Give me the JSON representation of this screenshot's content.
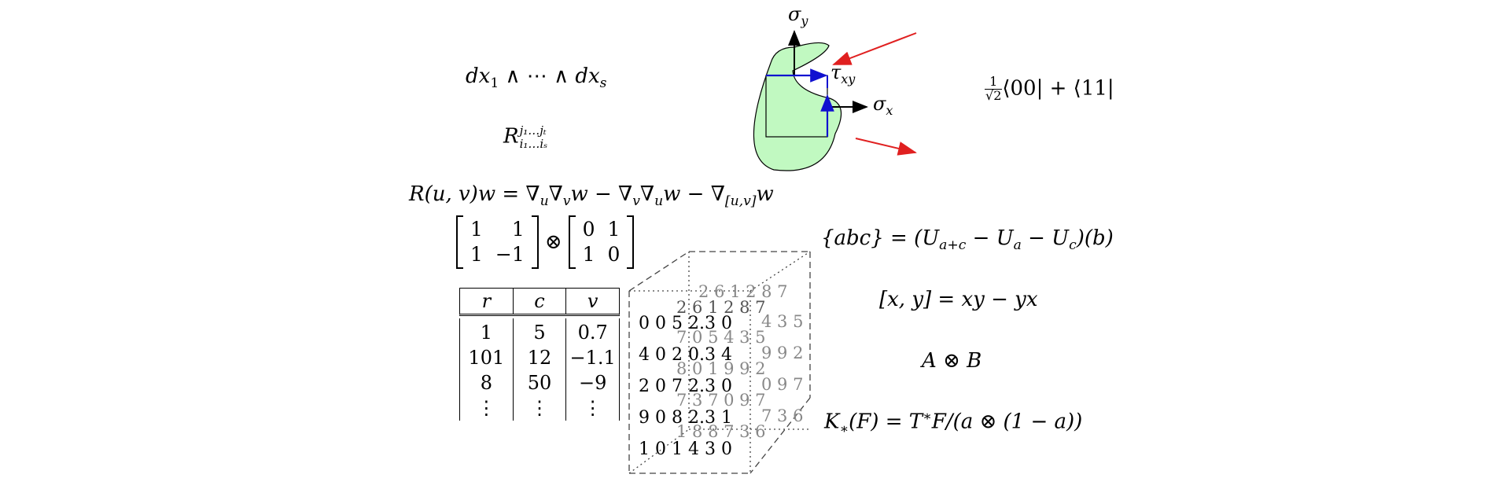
{
  "formulas": {
    "wedge": {
      "base": "dx",
      "sub1": "1",
      "wedge1": "∧",
      "dots": "⋯",
      "wedge2": "∧",
      "sub2": "s"
    },
    "tensor_r": {
      "base": "R",
      "sup": "j₁…jₜ",
      "sub": "i₁…iₛ"
    },
    "curvature": {
      "lhs": "R(u, v)w = ∇",
      "u1": "u",
      "mid1": "∇",
      "v1": "v",
      "mid2": "w − ∇",
      "v2": "v",
      "mid3": "∇",
      "u2": "u",
      "mid4": "w − ∇",
      "uv": "[u,v]",
      "end": "w"
    },
    "kron": {
      "m1": [
        [
          "1",
          "1"
        ],
        [
          "1",
          "−1"
        ]
      ],
      "op": "⊗",
      "m2": [
        [
          "0",
          "1"
        ],
        [
          "1",
          "0"
        ]
      ]
    },
    "qstate": {
      "num": "1",
      "den": "√2",
      "rest": "⟨00| + ⟨11|"
    },
    "jordan": {
      "lhs": "{abc} = (U",
      "s1": "a+c",
      "m1": " − U",
      "s2": "a",
      "m2": " − U",
      "s3": "c",
      "end": ")(b)"
    },
    "commutator": "[x, y] = xy − yx",
    "tensor_ab": "A ⊗ B",
    "ktheory": {
      "k": "K",
      "sub": "∗",
      "rest": "(F) = T",
      "sup": "∗",
      "end": "F/(a ⊗ (1 − a))"
    }
  },
  "stress": {
    "sigma_y": "σ",
    "sigma_y_sub": "y",
    "sigma_x": "σ",
    "sigma_x_sub": "x",
    "tau": "τ",
    "tau_sub": "xy",
    "fill": "#c1f9c1",
    "arrow_red": "#e02020",
    "arrow_blue": "#1010d0"
  },
  "table": {
    "headers": [
      "r",
      "c",
      "v"
    ],
    "rows": [
      [
        "1",
        "5",
        "0.7"
      ],
      [
        "101",
        "12",
        "−1.1"
      ],
      [
        "8",
        "50",
        "−9"
      ],
      [
        "⋮",
        "⋮",
        "⋮"
      ]
    ]
  },
  "cube": {
    "front_rows": [
      "0 0 5 2.3 0",
      "4 0 2 0.3 4",
      "2 0 7 2.3 0",
      "9 0 8 2.3 1",
      "1 0 1 4 3 0"
    ],
    "mid_rows": [
      "2 6 1 2 8 7",
      "7 0 5 4 3 5",
      "8 0 1 9 9 2",
      "7 3 7 0 9 7",
      "1 8 8 7 3 6"
    ],
    "back_rows": [
      "2 6 1 2 8 7",
      "4 3 5",
      "9 9 2",
      "0 9 7",
      "7 3 6"
    ],
    "grey": "#888888"
  }
}
